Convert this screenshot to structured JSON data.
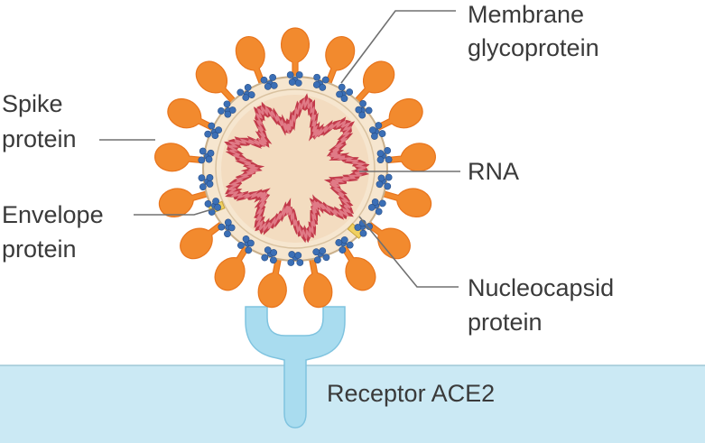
{
  "labels": {
    "membrane_line1": "Membrane",
    "membrane_line2": "glycoprotein",
    "spike_line1": "Spike",
    "spike_line2": "protein",
    "envelope_line1": "Envelope",
    "envelope_line2": "protein",
    "rna": "RNA",
    "nucleocapsid_line1": "Nucleocapsid",
    "nucleocapsid_line2": "protein",
    "receptor": "Receptor ACE2"
  },
  "colors": {
    "spike": "#f28a2e",
    "spike_dark": "#e8741c",
    "membrane_protein": "#3b6fb6",
    "envelope_ring": "#f6e6cf",
    "core": "#f3dcc0",
    "rna": "#c23a4a",
    "cell_surface": "#cbe9f4",
    "receptor": "#a9dcef",
    "envelope_protein": "#f0d060"
  },
  "counts": {
    "spikes": 17,
    "membrane_proteins": 22
  }
}
